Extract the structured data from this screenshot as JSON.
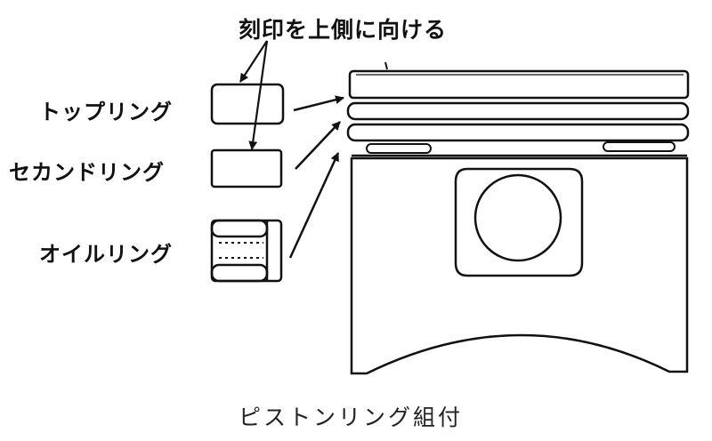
{
  "labels": {
    "marking_note": "刻印を上側に向ける",
    "top_ring": "トップリング",
    "second_ring": "セカンドリング",
    "oil_ring": "オイルリング"
  },
  "caption": "ピストンリング組付",
  "colors": {
    "ink": "#111111",
    "paper": "#ffffff"
  }
}
